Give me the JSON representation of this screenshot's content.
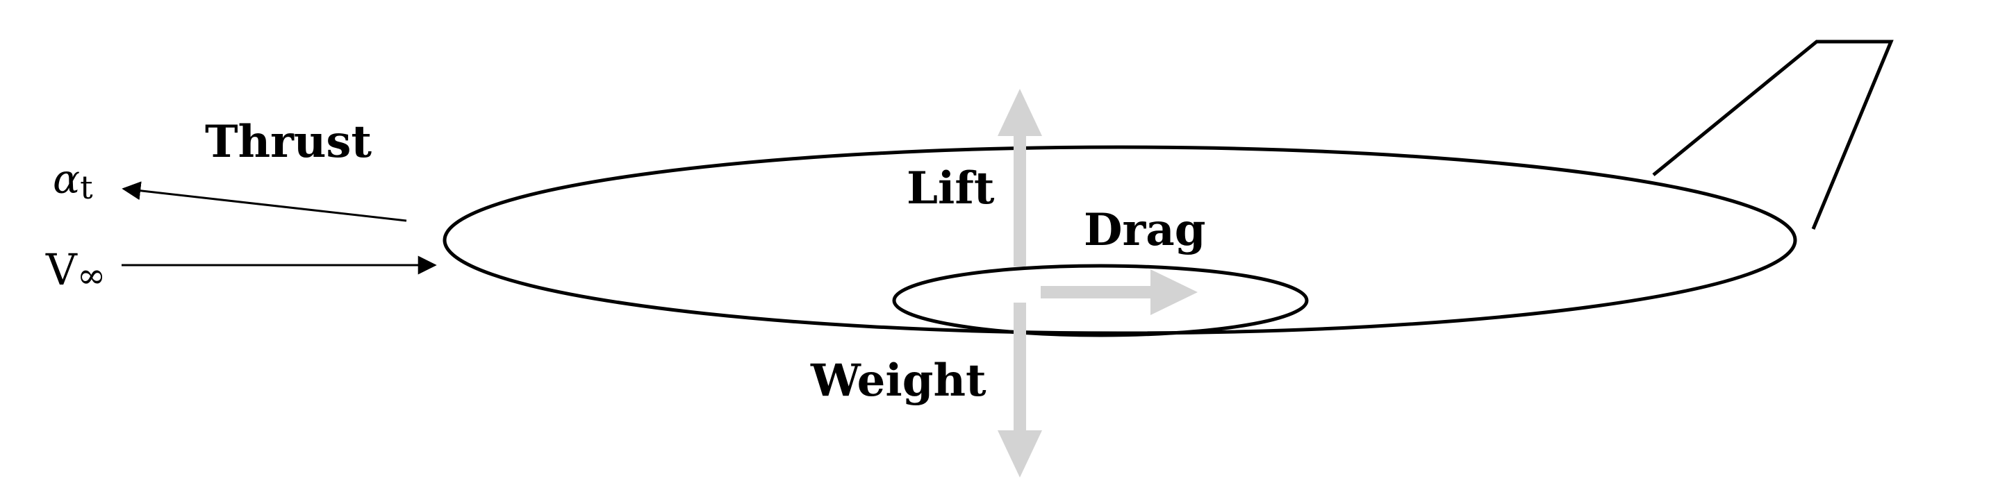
{
  "labels": {
    "alpha": "α",
    "alpha_subscript": "t",
    "velocity": "V",
    "velocity_subscript": "∞",
    "thrust": "Thrust",
    "lift": "Lift",
    "drag": "Drag",
    "weight": "Weight"
  },
  "colors": {
    "outline": "#000000",
    "force_arrow": "#d3d3d3"
  }
}
